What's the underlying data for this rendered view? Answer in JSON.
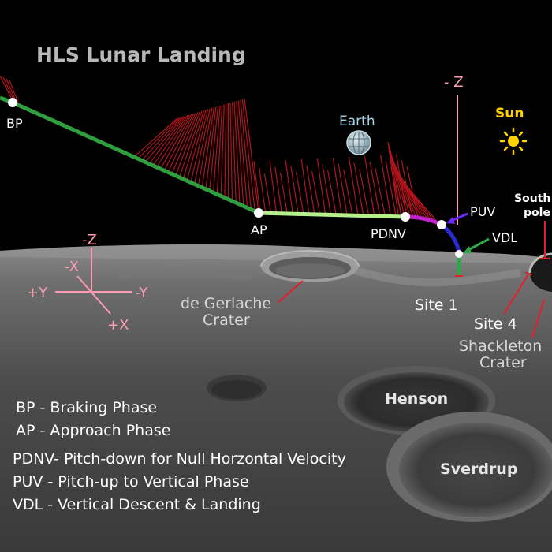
{
  "title": "HLS Lunar Landing",
  "colors": {
    "sky": "#000000",
    "braking_line": "#2f9e3f",
    "approach_line": "#b6f08a",
    "pitchdown_line": "#c21fd0",
    "pitchup_line": "#2b2bd6",
    "vdl_line": "#2fa84a",
    "thrust_vectors": "#b3141c",
    "axis": "#ff9cb4",
    "pointer": "#e0202a"
  },
  "trajectory_points": {
    "bp": "BP",
    "ap": "AP",
    "pdnv": "PDNV",
    "puv": "PUV",
    "vdl": "VDL"
  },
  "local_axis": {
    "minus_z": "- Z"
  },
  "celestial": {
    "earth": "Earth",
    "sun": "Sun",
    "south_pole_line1": "South",
    "south_pole_line2": "pole"
  },
  "axes": {
    "minus_z": "-Z",
    "minus_x": "-X",
    "plus_y": "+Y",
    "minus_y": "-Y",
    "plus_x": "+X"
  },
  "craters": {
    "de_gerlache_line1": "de Gerlache",
    "de_gerlache_line2": "Crater",
    "shackleton_line1": "Shackleton",
    "shackleton_line2": "Crater",
    "henson": "Henson",
    "sverdrup": "Sverdrup"
  },
  "sites": {
    "site1": "Site 1",
    "site4": "Site 4"
  },
  "legend": [
    "BP   - Braking Phase",
    "AP   - Approach Phase",
    "PDNV- Pitch-down for Null Horzontal Velocity",
    "PUV  - Pitch-up to Vertical Phase",
    "VDL  - Vertical Descent & Landing"
  ]
}
